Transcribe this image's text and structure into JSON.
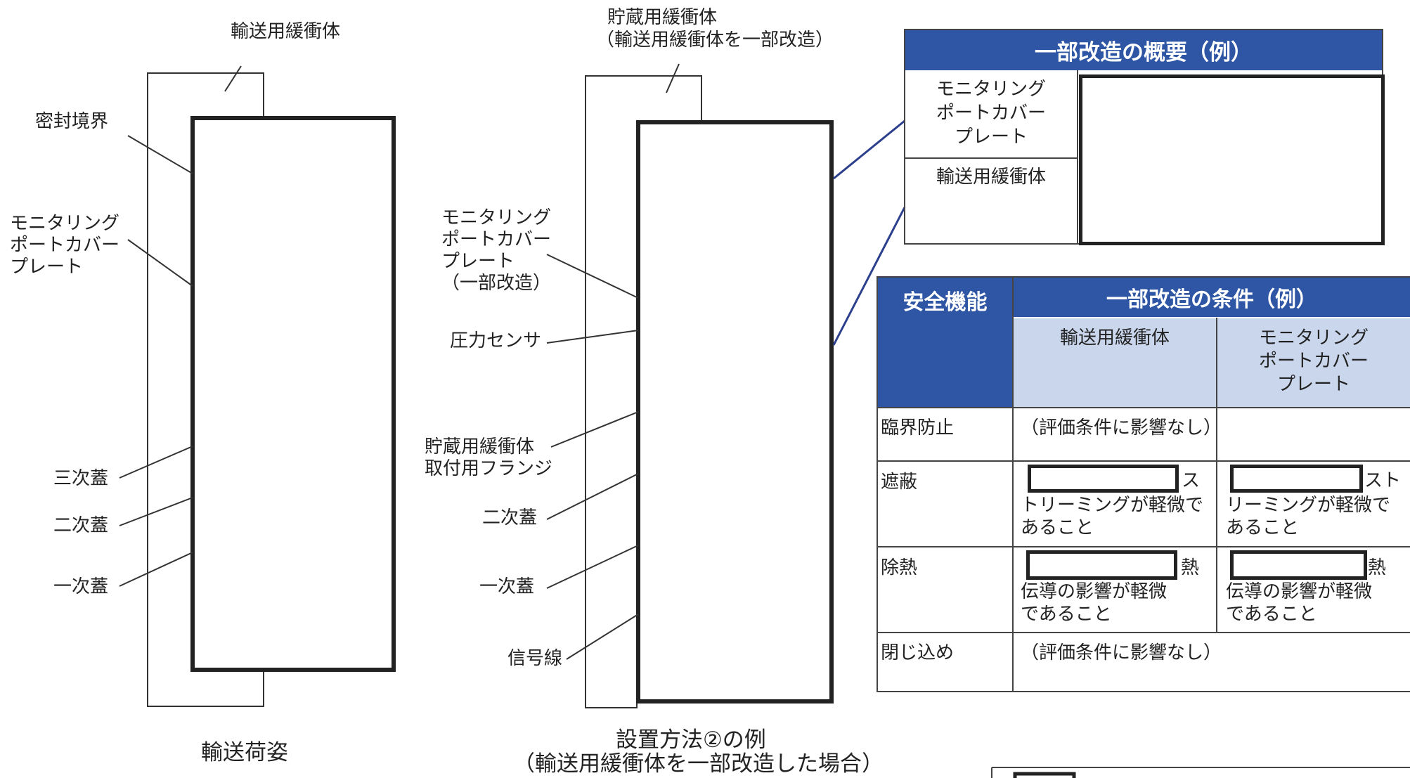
{
  "left_figure": {
    "top_label": "輸送用緩衝体",
    "seal_boundary": "密封境界",
    "monitoring_plate": [
      "モニタリング",
      "ポートカバー",
      "プレート"
    ],
    "tertiary_lid": "三次蓋",
    "secondary_lid": "二次蓋",
    "primary_lid": "一次蓋",
    "caption": "輸送荷姿"
  },
  "middle_figure": {
    "top_label_1": "貯蔵用緩衝体",
    "top_label_2": "（輸送用緩衝体を一部改造）",
    "monitoring_plate": [
      "モニタリング",
      "ポートカバー",
      "プレート",
      "（一部改造）"
    ],
    "pressure_sensor": "圧力センサ",
    "flange": [
      "貯蔵用緩衝体",
      "取付用フランジ"
    ],
    "secondary_lid": "二次蓋",
    "primary_lid": "一次蓋",
    "signal_line": "信号線",
    "caption_1": "設置方法②の例",
    "caption_2": "（輸送用緩衝体を一部改造した場合）"
  },
  "overview_table": {
    "header": "一部改造の概要（例）",
    "row1": [
      "モニタリング",
      "ポートカバー",
      "プレート"
    ],
    "row2": "輸送用緩衝体"
  },
  "conditions_table": {
    "col_safety": "安全機能",
    "header": "一部改造の条件（例）",
    "sub_buffer": "輸送用緩衝体",
    "sub_plate": [
      "モニタリング",
      "ポートカバー",
      "プレート"
    ],
    "rows": [
      {
        "name": "臨界防止",
        "text": "（評価条件に影響なし）"
      },
      {
        "name": "遮蔽",
        "c1_tail": "ス",
        "c1": [
          "トリーミングが軽微で",
          "あること"
        ],
        "c2_tail": "スト",
        "c2": [
          "リーミングが軽微で",
          "あること"
        ]
      },
      {
        "name": "除熱",
        "c1_tail": "熱",
        "c1": [
          "伝導の影響が軽微",
          "であること"
        ],
        "c2_tail": "熱",
        "c2": [
          "伝導の影響が軽微",
          "であること"
        ]
      },
      {
        "name": "閉じ込め",
        "text": "（評価条件に影響なし）"
      }
    ]
  },
  "colors": {
    "header_blue": "#2f56a5",
    "subheader_blue": "#c9d6ec",
    "connector_blue": "#2b3f8c"
  }
}
